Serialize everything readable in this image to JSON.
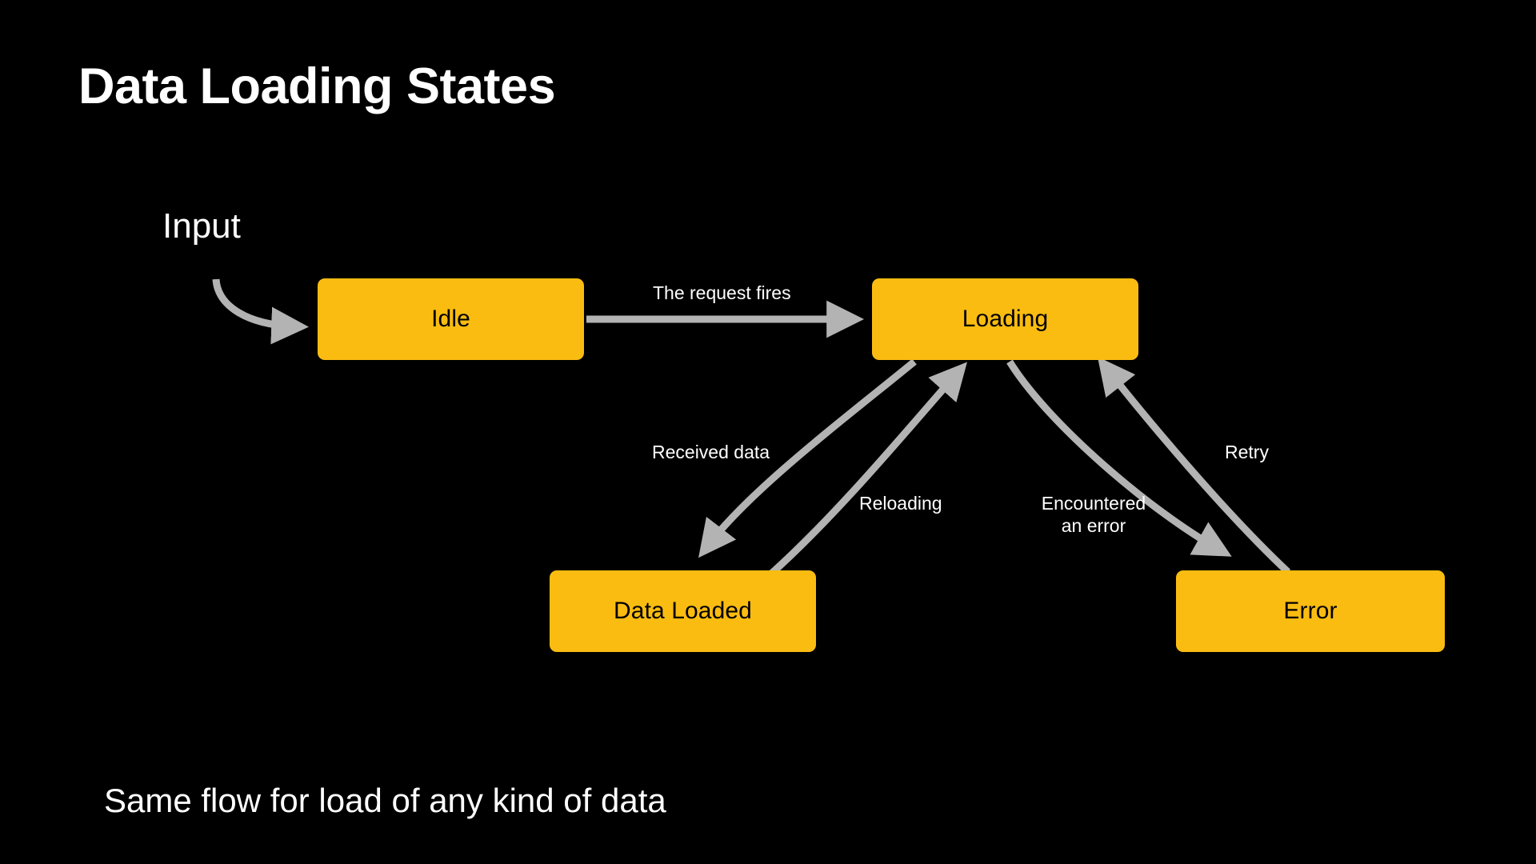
{
  "slide": {
    "title": "Data Loading States",
    "caption": "Same flow for load of any kind of data",
    "background_color": "#000000",
    "title_color": "#ffffff"
  },
  "colors": {
    "node_fill": "#FABC11",
    "node_text": "#000000",
    "edge_stroke": "#B3B3B3",
    "label_text": "#ffffff",
    "background": "#000000"
  },
  "diagram": {
    "type": "state-machine",
    "entry_label": "Input",
    "nodes": [
      {
        "id": "idle",
        "label": "Idle"
      },
      {
        "id": "loading",
        "label": "Loading"
      },
      {
        "id": "data_loaded",
        "label": "Data Loaded"
      },
      {
        "id": "error",
        "label": "Error"
      }
    ],
    "edges": [
      {
        "id": "entry",
        "from": "input",
        "to": "idle",
        "label": ""
      },
      {
        "id": "idle-to-loading",
        "from": "idle",
        "to": "loading",
        "label": "The request fires"
      },
      {
        "id": "loading-to-loaded",
        "from": "loading",
        "to": "data_loaded",
        "label": "Received data"
      },
      {
        "id": "loaded-to-loading",
        "from": "data_loaded",
        "to": "loading",
        "label": "Reloading"
      },
      {
        "id": "loading-to-error",
        "from": "loading",
        "to": "error",
        "label": "Encountered\nan error"
      },
      {
        "id": "error-to-loading",
        "from": "error",
        "to": "loading",
        "label": "Retry"
      }
    ]
  },
  "labels": {
    "request_fires": "The request fires",
    "received_data": "Received data",
    "reloading": "Reloading",
    "encountered_line1": "Encountered",
    "encountered_line2": "an error",
    "retry": "Retry"
  }
}
